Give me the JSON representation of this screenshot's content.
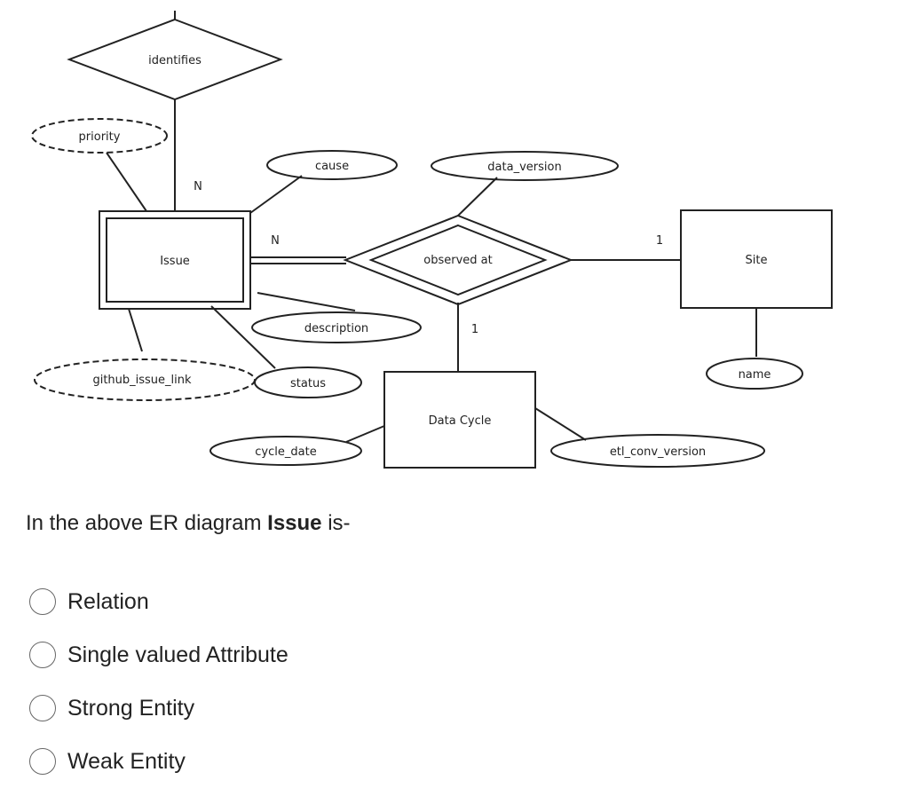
{
  "diagram": {
    "relationships": {
      "identifies": "identifies",
      "observed_at": "observed at"
    },
    "entities": {
      "issue": "Issue",
      "site": "Site",
      "data_cycle": "Data Cycle"
    },
    "attributes": {
      "priority": "priority",
      "cause": "cause",
      "data_version": "data_version",
      "description": "description",
      "github_issue_link": "github_issue_link",
      "status": "status",
      "cycle_date": "cycle_date",
      "name": "name",
      "etl_conv_version": "etl_conv_version"
    },
    "cardinalities": {
      "issue_identifies": "N",
      "issue_observed": "N",
      "site_observed": "1",
      "datacycle_observed": "1"
    }
  },
  "question": {
    "prefix": "In the above ER diagram ",
    "bold": "Issue",
    "suffix": " is-"
  },
  "options": [
    {
      "label": "Relation",
      "selected": false
    },
    {
      "label": "Single valued Attribute",
      "selected": false
    },
    {
      "label": "Strong Entity",
      "selected": false
    },
    {
      "label": "Weak Entity",
      "selected": false
    }
  ]
}
